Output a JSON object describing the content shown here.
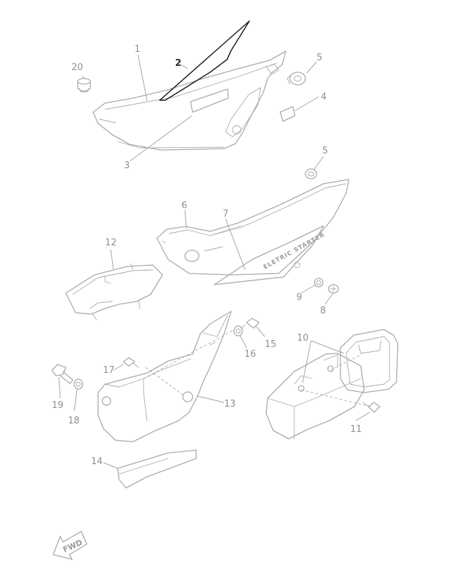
{
  "diagram": {
    "decal_text": "ELETRIC STARTER",
    "fwd_label": "FWD",
    "callouts": {
      "c1": "1",
      "c2": "2",
      "c3": "3",
      "c4": "4",
      "c5a": "5",
      "c5b": "5",
      "c6": "6",
      "c7": "7",
      "c8": "8",
      "c9": "9",
      "c10": "10",
      "c11": "11",
      "c12": "12",
      "c13": "13",
      "c14": "14",
      "c15": "15",
      "c16": "16",
      "c17": "17",
      "c18": "18",
      "c19": "19",
      "c20": "20"
    },
    "highlighted_part": "2"
  }
}
